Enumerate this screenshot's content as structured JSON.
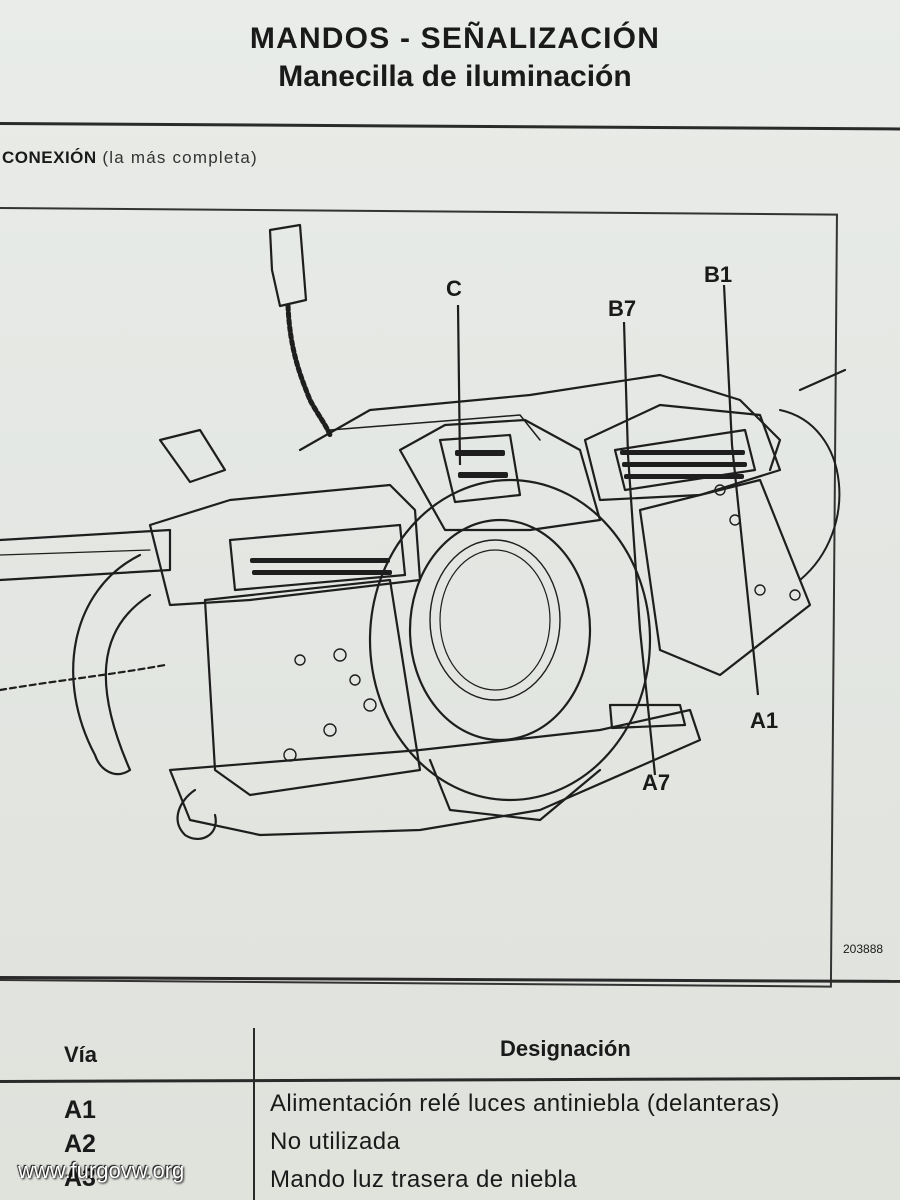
{
  "header": {
    "title": "MANDOS - SEÑALIZACIÓN",
    "subtitle": "Manecilla de iluminación"
  },
  "section": {
    "lead": "CONEXIÓN",
    "rest": "(la más completa)"
  },
  "figure": {
    "labels": {
      "c": "C",
      "b7": "B7",
      "b1": "B1",
      "a1": "A1",
      "a7": "A7"
    },
    "code": "203888"
  },
  "table": {
    "headers": {
      "via": "Vía",
      "designacion": "Designación"
    },
    "rows": [
      {
        "via": "A1",
        "designacion": "Alimentación relé luces antiniebla (delanteras)"
      },
      {
        "via": "A2",
        "designacion": "No utilizada"
      },
      {
        "via": "A3",
        "designacion": "Mando luz trasera de niebla"
      }
    ]
  },
  "watermark": "www.furgovw.org"
}
